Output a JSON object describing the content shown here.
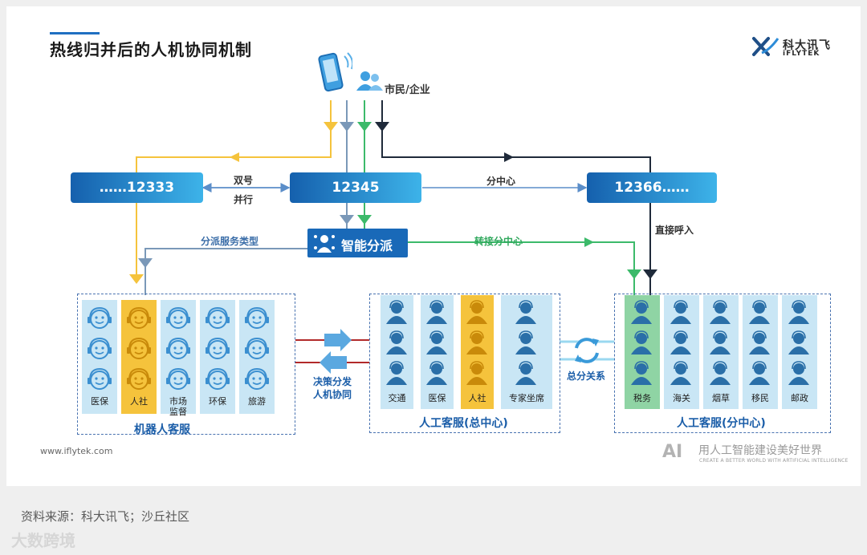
{
  "title": "热线归并后的人机协同机制",
  "logo": {
    "cn": "科大讯飞",
    "en": "iFLYTEK"
  },
  "citizens_label": "市民/企业",
  "hotlines": {
    "left": "……12333",
    "center": "12345",
    "right": "12366……"
  },
  "edge_labels": {
    "dual_line1": "双号",
    "dual_line2": "并行",
    "branch": "分中心",
    "direct": "直接呼入",
    "dispatch_type": "分派服务类型",
    "transfer": "转接分中心",
    "decision_line1": "决策分发",
    "decision_line2": "人机协同",
    "relation": "总分关系"
  },
  "smart_dispatch": "智能分派",
  "robot_group": {
    "title": "机器人客服",
    "columns": [
      {
        "lines": [
          "医保"
        ],
        "highlight": false
      },
      {
        "lines": [
          "人社"
        ],
        "highlight": true
      },
      {
        "lines": [
          "市场",
          "监督"
        ],
        "highlight": false
      },
      {
        "lines": [
          "环保"
        ],
        "highlight": false
      },
      {
        "lines": [
          "旅游"
        ],
        "highlight": false
      }
    ]
  },
  "hq_group": {
    "title": "人工客服(总中心)",
    "columns": [
      {
        "lines": [
          "交通"
        ],
        "highlight": false
      },
      {
        "lines": [
          "医保"
        ],
        "highlight": false
      },
      {
        "lines": [
          "人社"
        ],
        "highlight": true
      },
      {
        "lines": [
          "专家坐席"
        ],
        "highlight": false
      }
    ]
  },
  "branch_group": {
    "title": "人工客服(分中心)",
    "columns": [
      {
        "lines": [
          "税务"
        ],
        "highlight": "green"
      },
      {
        "lines": [
          "海关"
        ],
        "highlight": false
      },
      {
        "lines": [
          "烟草"
        ],
        "highlight": false
      },
      {
        "lines": [
          "移民"
        ],
        "highlight": false
      },
      {
        "lines": [
          "邮政"
        ],
        "highlight": false
      }
    ]
  },
  "website": "www.iflytek.com",
  "slogan": {
    "mark": "AI",
    "cn": "用人工智能建设美好世界",
    "en": "CREATE A BETTER WORLD WITH ARTIFICIAL INTELLIGENCE"
  },
  "source": "资料来源：科大讯飞；沙丘社区",
  "watermark": "大数跨境",
  "colors": {
    "yellow": "#f5c33c",
    "green": "#3cba6a",
    "steel": "#7a98b8",
    "dark": "#1f2a3a",
    "blue": "#5b8ec9"
  }
}
